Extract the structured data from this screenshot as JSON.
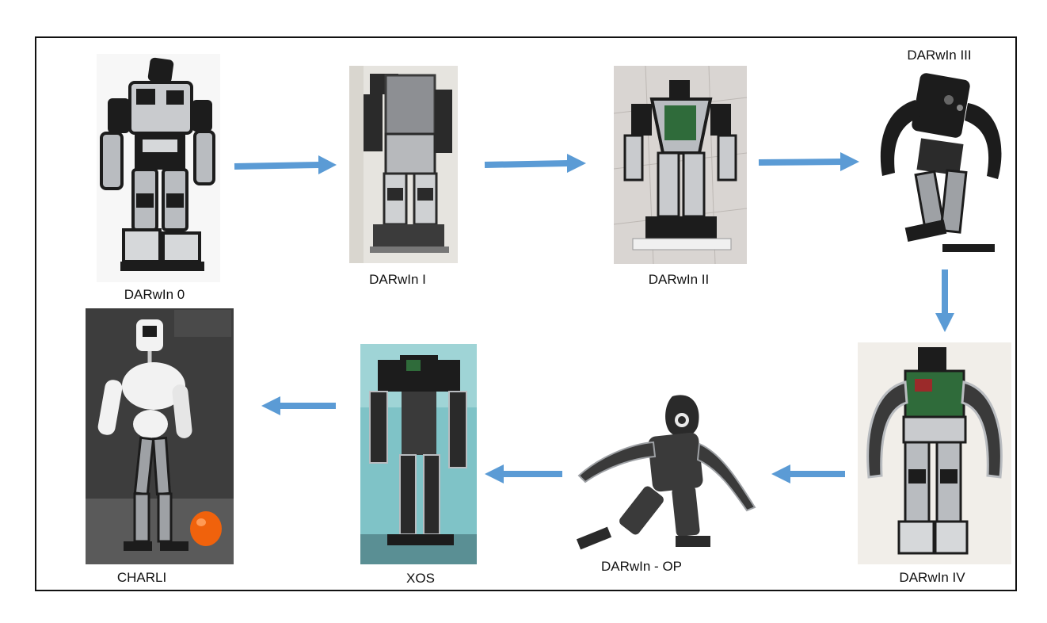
{
  "robots": [
    {
      "id": "darwin-0",
      "label": "DARwIn 0"
    },
    {
      "id": "darwin-1",
      "label": "DARwIn I"
    },
    {
      "id": "darwin-2",
      "label": "DARwIn II"
    },
    {
      "id": "darwin-3",
      "label": "DARwIn III"
    },
    {
      "id": "darwin-4",
      "label": "DARwIn IV"
    },
    {
      "id": "darwin-op",
      "label": "DARwIn - OP"
    },
    {
      "id": "xos",
      "label": "XOS"
    },
    {
      "id": "charli",
      "label": "CHARLI"
    }
  ],
  "colors": {
    "arrow": "#5b9bd5",
    "border": "#111111",
    "robot_dark": "#1c1c1c",
    "robot_metal": "#b9bcc0",
    "robot_white": "#f2f2f2",
    "xos_background": "#7fc3c7",
    "charli_background": "#3d3d3d",
    "ball": "#f0620c"
  }
}
